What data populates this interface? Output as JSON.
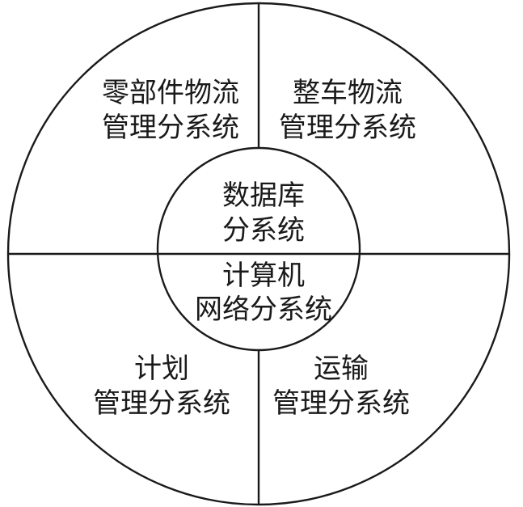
{
  "diagram": {
    "sections": {
      "top_left": {
        "line1": "零部件物流",
        "line2": "管理分系统"
      },
      "top_right": {
        "line1": "整车物流",
        "line2": "管理分系统"
      },
      "bottom_left": {
        "line1": "计划",
        "line2": "管理分系统"
      },
      "bottom_right": {
        "line1": "运输",
        "line2": "管理分系统"
      }
    },
    "center": {
      "upper": {
        "line1": "数据库",
        "line2": "分系统"
      },
      "lower": {
        "line1": "计算机",
        "line2": "网络分系统"
      }
    },
    "colors": {
      "stroke": "#1a1a1a",
      "background": "#ffffff"
    }
  }
}
